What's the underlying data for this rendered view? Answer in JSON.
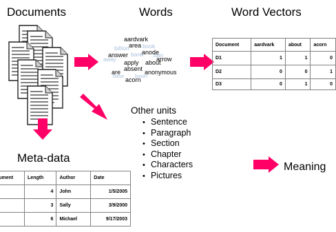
{
  "headings": {
    "documents": "Documents",
    "words": "Words",
    "word_vectors": "Word Vectors",
    "meta_data": "Meta-data",
    "meaning": "Meaning"
  },
  "colors": {
    "arrow": "#ff0066",
    "word_cloud_faded": "#a9c1dd",
    "table_border": "#808080"
  },
  "icons": {
    "documents": "stacked-document-pages-icon",
    "arrows": "block-arrow-icon"
  },
  "word_cloud": {
    "faded": [
      "billion",
      "book",
      "away",
      "bank",
      "ban",
      "base",
      "basin"
    ],
    "main": [
      "aardvark",
      "area",
      "answer",
      "anode",
      "arrow",
      "apply",
      "about",
      "are",
      "absent",
      "anonymous",
      "acorn"
    ]
  },
  "word_vectors_table": {
    "headers": [
      "Document",
      "aardvark",
      "about",
      "acorn"
    ],
    "rows": [
      [
        "D1",
        "1",
        "1",
        "0"
      ],
      [
        "D2",
        "0",
        "0",
        "1"
      ],
      [
        "D3",
        "0",
        "1",
        "0"
      ]
    ]
  },
  "other_units": {
    "title": "Other units",
    "items": [
      "Sentence",
      "Paragraph",
      "Section",
      "Chapter",
      "Characters",
      "Pictures"
    ]
  },
  "meta_table": {
    "headers": [
      "Document",
      "Length",
      "Author",
      "Date"
    ],
    "rows": [
      [
        "",
        "4",
        "John",
        "1/5/2005"
      ],
      [
        "",
        "3",
        "Sally",
        "3/9/2000"
      ],
      [
        "",
        "6",
        "Michael",
        "9/17/2003"
      ]
    ]
  }
}
